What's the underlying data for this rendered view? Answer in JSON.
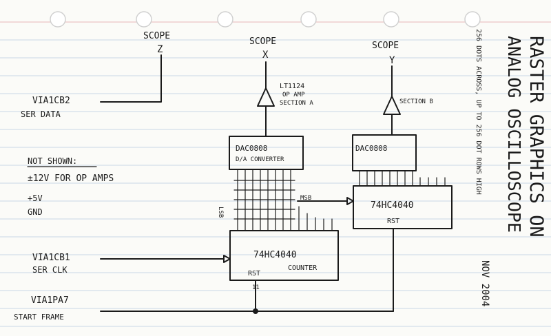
{
  "title": {
    "line1": "RASTER GRAPHICS ON",
    "line2": "ANALOG OSCILLOSCOPE",
    "subtitle": "256 DOTS ACROSS, UP TO 256 DOT ROWS HIGH",
    "date": "NOV 2004"
  },
  "outputs": {
    "scope_z": {
      "line1": "SCOPE",
      "line2": "Z"
    },
    "scope_x": {
      "line1": "SCOPE",
      "line2": "X"
    },
    "scope_y": {
      "line1": "SCOPE",
      "line2": "Y"
    }
  },
  "opamps": {
    "a": {
      "line1": "LT1124",
      "line2": "OP AMP",
      "line3": "SECTION A"
    },
    "b": {
      "line1": "SECTION B"
    }
  },
  "chips": {
    "dac_x": {
      "line1": "DAC0808",
      "line2": "D/A CONVERTER"
    },
    "dac_y": {
      "line1": "DAC0808"
    },
    "counter_main": {
      "name": "74HC4040",
      "type": "COUNTER",
      "reset": "RST",
      "pin": "11"
    },
    "counter_y": {
      "name": "74HC4040",
      "reset": "RST"
    }
  },
  "bit_labels": {
    "lsb": "LSB",
    "msb": "MSB"
  },
  "signals": {
    "ser_data": {
      "net": "VIA1CB2",
      "desc": "SER DATA"
    },
    "ser_clk": {
      "net": "VIA1CB1",
      "desc": "SER CLK"
    },
    "start_frame": {
      "net": "VIA1PA7",
      "desc": "START FRAME"
    }
  },
  "not_shown": {
    "heading": "NOT SHOWN:",
    "items": [
      "±12V FOR OP AMPS",
      "+5V",
      "GND"
    ]
  }
}
